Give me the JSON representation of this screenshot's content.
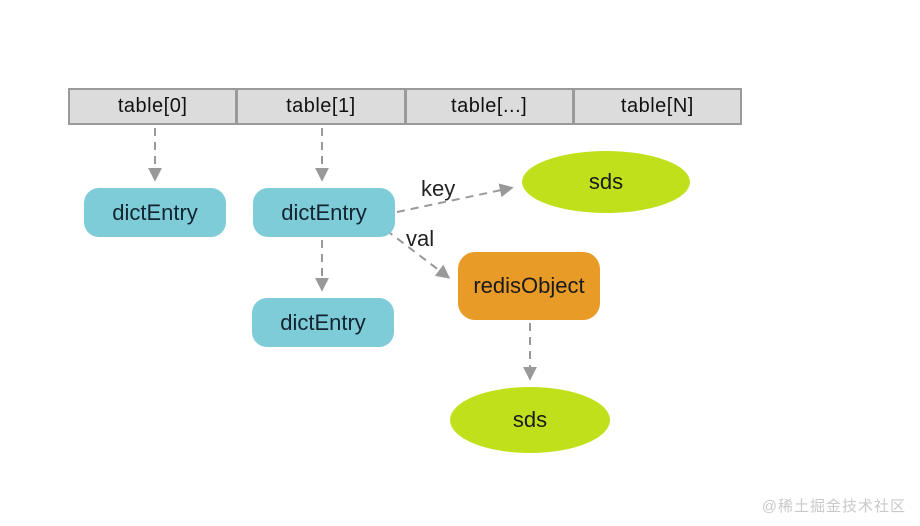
{
  "diagram": {
    "title_hint": "redis dict hash-table structure",
    "table": {
      "cells": [
        {
          "label": "table[0]"
        },
        {
          "label": "table[1]"
        },
        {
          "label": "table[...]"
        },
        {
          "label": "table[N]"
        }
      ],
      "fill": "#dcdcdc",
      "border": "#9a9a9a"
    },
    "nodes": {
      "dict_entry_0": {
        "label": "dictEntry",
        "color": "#7fccd9",
        "shape": "rounded-rect"
      },
      "dict_entry_1": {
        "label": "dictEntry",
        "color": "#7fccd9",
        "shape": "rounded-rect"
      },
      "dict_entry_2": {
        "label": "dictEntry",
        "color": "#7fccd9",
        "shape": "rounded-rect"
      },
      "redis_object": {
        "label": "redisObject",
        "color": "#e99b27",
        "shape": "rounded-rect"
      },
      "sds_key": {
        "label": "sds",
        "color": "#c1e01c",
        "shape": "ellipse"
      },
      "sds_val": {
        "label": "sds",
        "color": "#c1e01c",
        "shape": "ellipse"
      }
    },
    "edge_labels": {
      "key": "key",
      "val": "val"
    },
    "edges": [
      {
        "from": "table[0]",
        "to": "dict_entry_0",
        "style": "dashed-arrow"
      },
      {
        "from": "table[1]",
        "to": "dict_entry_1",
        "style": "dashed-arrow"
      },
      {
        "from": "dict_entry_1",
        "to": "sds_key",
        "style": "dashed-arrow",
        "label": "key"
      },
      {
        "from": "dict_entry_1",
        "to": "redis_object",
        "style": "dashed-arrow",
        "label": "val"
      },
      {
        "from": "dict_entry_1",
        "to": "dict_entry_2",
        "style": "dashed-arrow"
      },
      {
        "from": "redis_object",
        "to": "sds_val",
        "style": "dashed-arrow"
      }
    ],
    "arrow_color": "#999999"
  },
  "watermark": "@稀土掘金技术社区"
}
